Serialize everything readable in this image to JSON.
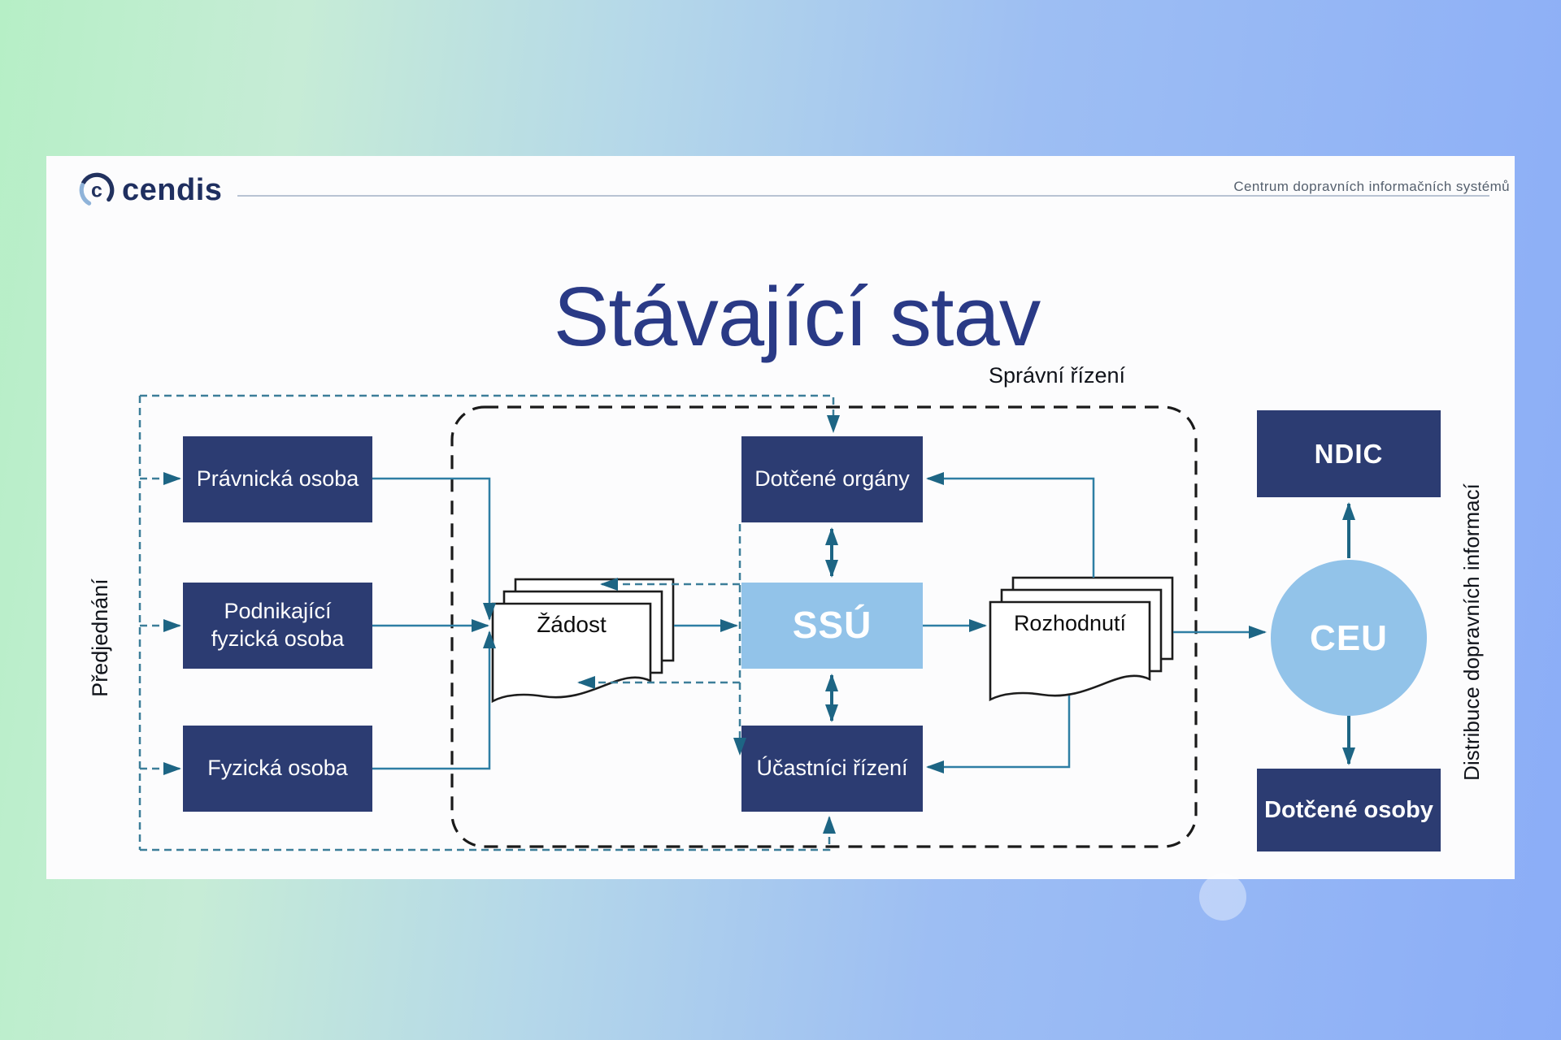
{
  "header": {
    "logo_text": "cendis",
    "tagline": "Centrum dopravních informačních systémů"
  },
  "title": "Stávající stav",
  "labels": {
    "predjednani": "Předjednání",
    "spravni_rizeni": "Správní řízení",
    "distribuce": "Distribuce dopravních informací"
  },
  "nodes": {
    "pravnicka_osoba": "Právnická osoba",
    "podnikajici_fyzicka_osoba": "Podnikající fyzická osoba",
    "fyzicka_osoba": "Fyzická osoba",
    "zadost": "Žádost",
    "ssu": "SSÚ",
    "dotcene_organy": "Dotčené orgány",
    "ucastnici_rizeni": "Účastníci řízení",
    "rozhodnuti": "Rozhodnutí",
    "ndic": "NDIC",
    "ceu": "CEU",
    "dotcene_osoby": "Dotčené osoby"
  },
  "colors": {
    "box_navy": "#2c3c72",
    "light_blue": "#92c3e9",
    "line_teal": "#2e7ea4",
    "dashed_teal": "#3c7e99",
    "arrowhead_teal": "#1d6584",
    "title_navy": "#2a3a86"
  }
}
